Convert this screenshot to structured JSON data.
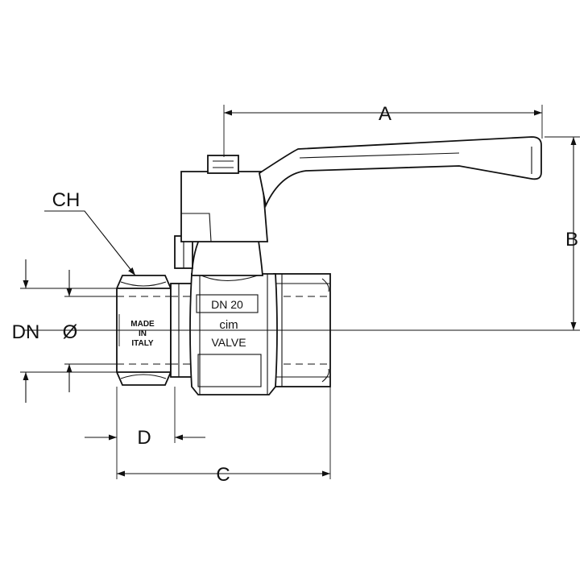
{
  "dimensions": {
    "a_label": "A",
    "b_label": "B",
    "c_label": "C",
    "d_label": "D",
    "ch_label": "CH",
    "dn_label": "DN",
    "phi_label": "Ø"
  },
  "valve_marking": {
    "size": "DN 20",
    "brand_logo": "cim",
    "brand_word": "VALVE",
    "origin_line_1": "MADE",
    "origin_line_2": "IN",
    "origin_line_3": "ITALY"
  }
}
